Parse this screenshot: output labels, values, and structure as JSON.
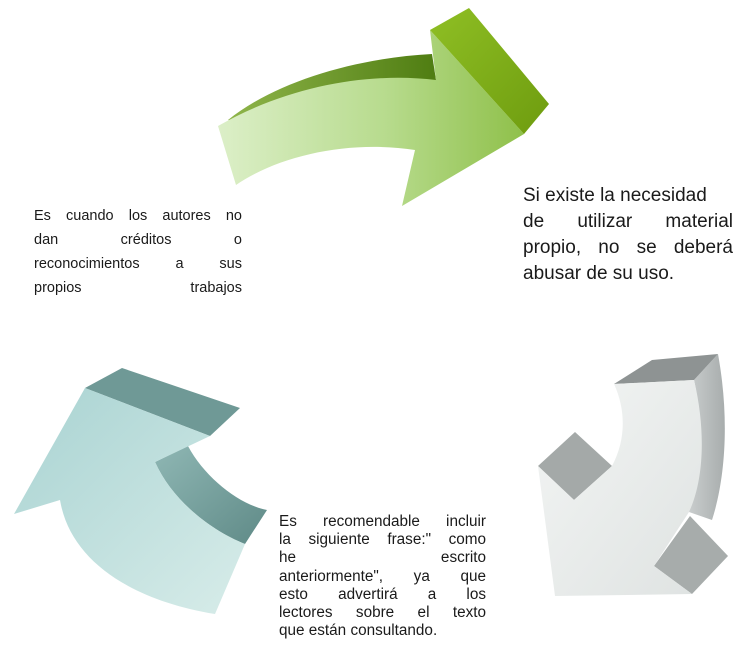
{
  "colors": {
    "arrow_green_light": "#d7ebc0",
    "arrow_green_dark": "#7aa61b",
    "arrow_gray_light": "#e9ecea",
    "arrow_gray_dark": "#a9aeae",
    "arrow_teal_light": "#c5e0de",
    "arrow_teal_dark": "#6e9895"
  },
  "left_text": {
    "lines": [
      "Es cuando los autores no",
      "dan créditos o",
      "reconocimientos a sus",
      "propios trabajos"
    ]
  },
  "right_text": {
    "lines": [
      "Si existe la necesidad",
      "de utilizar material",
      "propio, no se deberá",
      "abusar de su uso."
    ]
  },
  "bottom_text": {
    "lines": [
      "Es recomendable incluir",
      "la siguiente frase:\" como",
      "he escrito",
      "anteriormente\", ya que",
      "esto advertirá a los",
      "lectores sobre el texto",
      "que están consultando."
    ]
  }
}
